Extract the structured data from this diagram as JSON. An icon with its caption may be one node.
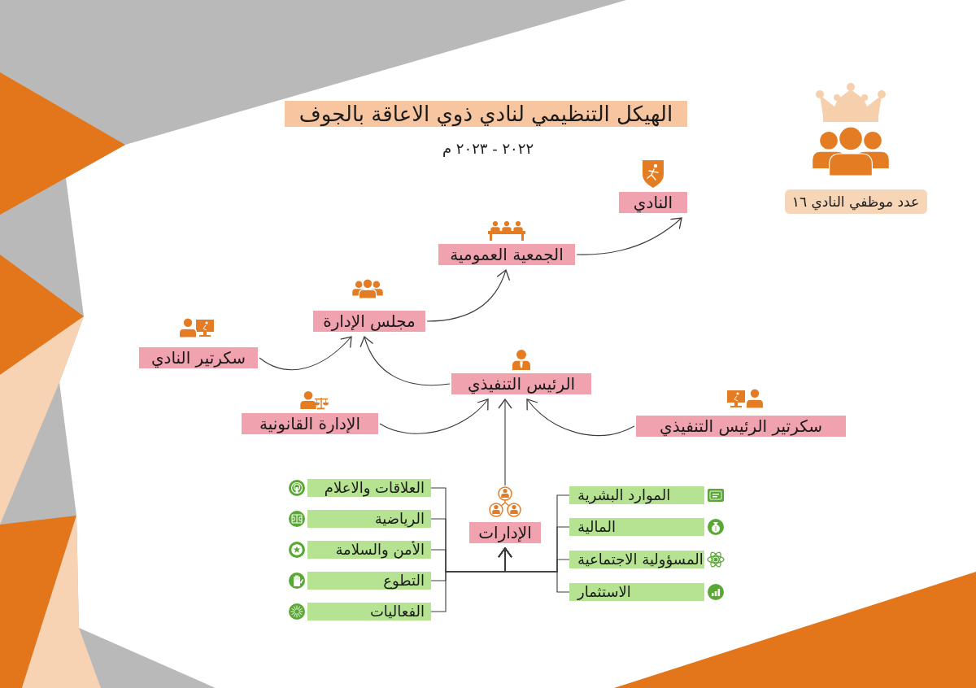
{
  "diagram": {
    "title": "الهيكل التنظيمي لنادي ذوي الاعاقة بالجوف",
    "nodes": [
      {
        "text": [
          "النادي"
        ]
      },
      {
        "text": [
          "الجمعية العمومية"
        ]
      },
      {
        "text": [
          "مجلس الإدارة"
        ]
      },
      {
        "text": [
          "سكرتير النادي"
        ]
      },
      {
        "text": [
          "الرئيس التنفيذي"
        ]
      },
      {
        "text": [
          "الإدارة القانونية"
        ]
      },
      {
        "text": [
          "سكرتير الرئيس التنفيذي"
        ]
      },
      {
        "text": [
          "الإدارات"
        ]
      },
      {
        "text": [
          "العلاقات والاعلام"
        ]
      },
      {
        "text": [
          "الرياضية"
        ]
      },
      {
        "text": [
          "الأمن والسلامة"
        ]
      },
      {
        "text": [
          "التطوع"
        ]
      },
      {
        "text": [
          "الفعاليات"
        ]
      },
      {
        "text": [
          "الموارد البشرية"
        ]
      },
      {
        "text": [
          "المالية"
        ]
      },
      {
        "text": [
          "المسؤولية الاجتماعية"
        ]
      },
      {
        "text": [
          "الاستثمار"
        ]
      },
      {
        "text": [
          "عدد موظفي النادي ١٦"
        ]
      }
    ],
    "edges": [
      {
        "from": 1,
        "to": 0,
        "arrow": "to"
      },
      {
        "from": 2,
        "to": 1,
        "arrow": "to"
      },
      {
        "from": 3,
        "to": 2,
        "arrow": "to"
      },
      {
        "from": 4,
        "to": 2,
        "arrow": "to"
      },
      {
        "from": 5,
        "to": 4,
        "arrow": "to"
      },
      {
        "from": 6,
        "to": 4,
        "arrow": "to"
      },
      {
        "from": 7,
        "to": 4,
        "arrow": "to"
      },
      {
        "from": 8,
        "to": 7,
        "arrow": "to"
      },
      {
        "from": 9,
        "to": 7,
        "arrow": "to"
      },
      {
        "from": 10,
        "to": 7,
        "arrow": "to"
      },
      {
        "from": 11,
        "to": 7,
        "arrow": "to"
      },
      {
        "from": 12,
        "to": 7,
        "arrow": "to"
      },
      {
        "from": 13,
        "to": 7,
        "arrow": "to"
      },
      {
        "from": 14,
        "to": 7,
        "arrow": "to"
      },
      {
        "from": 15,
        "to": 7,
        "arrow": "to"
      },
      {
        "from": 16,
        "to": 7,
        "arrow": "to"
      }
    ],
    "labels": [
      "٢٠٢٢ - ٢٠٢٣ م"
    ]
  }
}
